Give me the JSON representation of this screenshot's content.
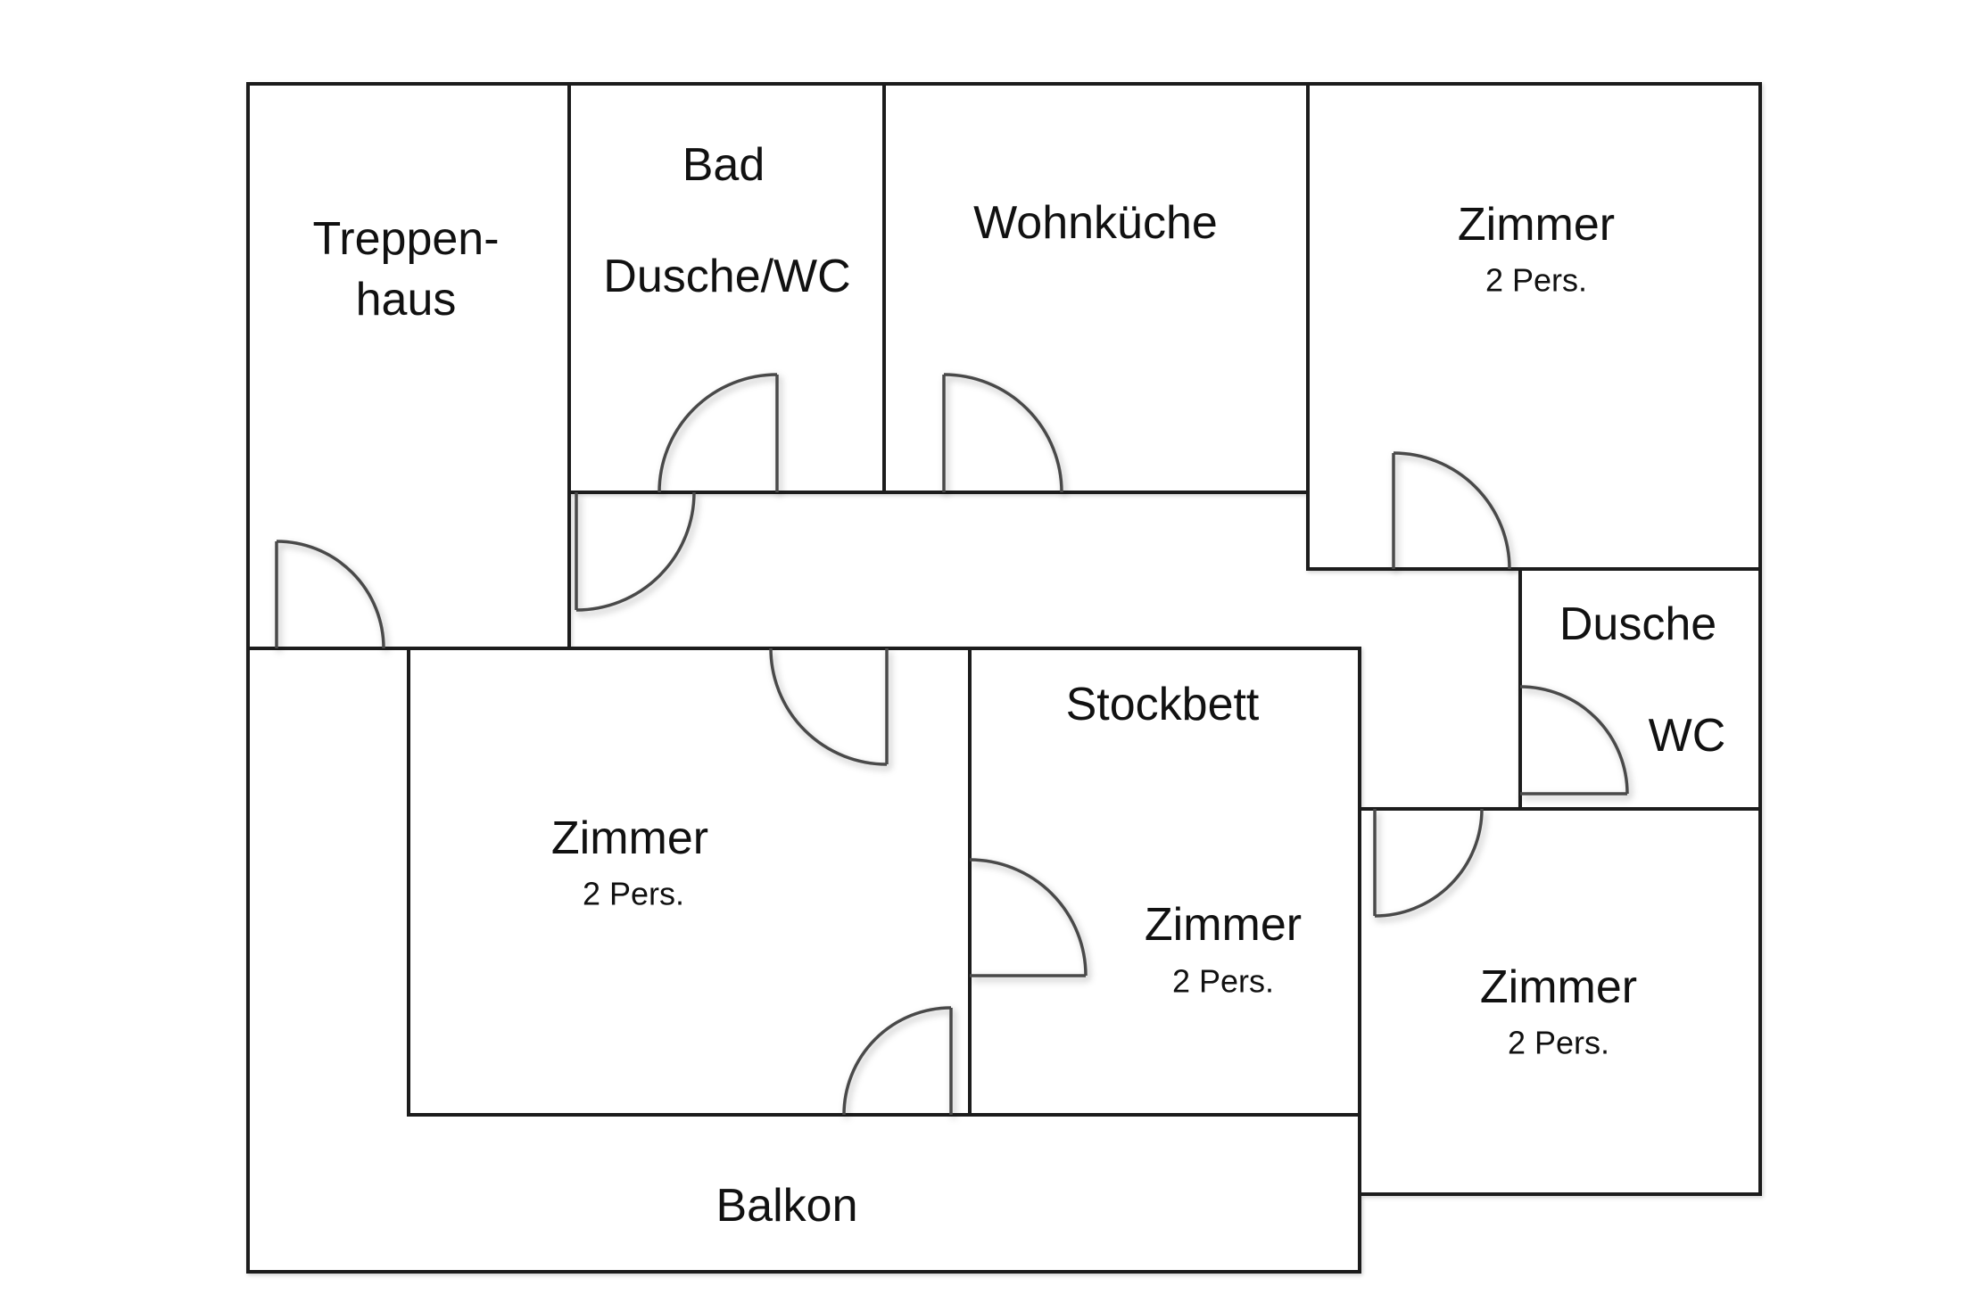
{
  "floor_plan": {
    "kind": "apartment-floor-plan",
    "rooms": {
      "treppenhaus": {
        "name_line1": "Treppen-",
        "name_line2": "haus"
      },
      "bad": {
        "name": "Bad",
        "subname": "Dusche/WC"
      },
      "wohnkueche": {
        "name": "Wohnküche"
      },
      "zimmer_oben_rechts": {
        "name": "Zimmer",
        "capacity": "2 Pers."
      },
      "dusche_wc": {
        "name_line1": "Dusche",
        "name_line2": "WC"
      },
      "zimmer_unten_links": {
        "name": "Zimmer",
        "capacity": "2 Pers."
      },
      "stockbett_zimmer": {
        "feature": "Stockbett",
        "name": "Zimmer",
        "capacity": "2 Pers."
      },
      "zimmer_unten_rechts": {
        "name": "Zimmer",
        "capacity": "2 Pers."
      },
      "balkon": {
        "name": "Balkon"
      }
    },
    "doors": [
      "treppenhaus-entry-door",
      "corridor-left-door",
      "bad-door",
      "wohnkueche-door",
      "zimmer-oben-rechts-door",
      "zimmer-unten-links-door",
      "stockbett-zimmer-door",
      "balkon-door",
      "dusche-wc-door",
      "zimmer-unten-rechts-door"
    ],
    "colors": {
      "wall": "#1c1c1c",
      "door": "#4a4a4a",
      "background": "#ffffff",
      "text": "#111111"
    }
  }
}
